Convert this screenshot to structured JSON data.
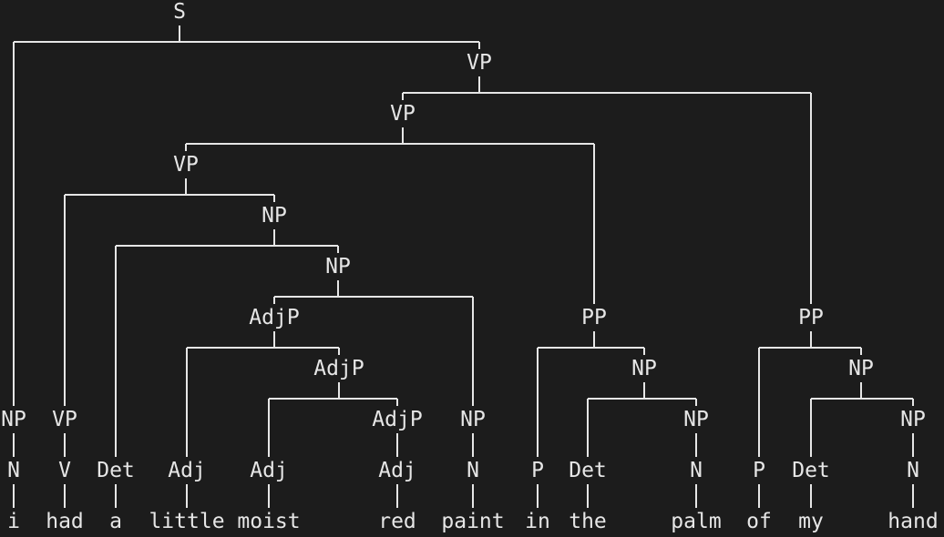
{
  "tree": {
    "label": "S",
    "children": [
      {
        "label": "NP",
        "children": [
          {
            "label": "N",
            "children": [
              {
                "label": "i",
                "word": true
              }
            ]
          }
        ]
      },
      {
        "label": "VP",
        "children": [
          {
            "label": "VP",
            "children": [
              {
                "label": "VP",
                "children": [
                  {
                    "label": "VP",
                    "children": [
                      {
                        "label": "V",
                        "children": [
                          {
                            "label": "had",
                            "word": true
                          }
                        ]
                      }
                    ]
                  },
                  {
                    "label": "NP",
                    "children": [
                      {
                        "label": "Det",
                        "children": [
                          {
                            "label": "a",
                            "word": true
                          }
                        ]
                      },
                      {
                        "label": "NP",
                        "children": [
                          {
                            "label": "AdjP",
                            "children": [
                              {
                                "label": "Adj",
                                "children": [
                                  {
                                    "label": "little",
                                    "word": true
                                  }
                                ]
                              },
                              {
                                "label": "AdjP",
                                "children": [
                                  {
                                    "label": "Adj",
                                    "children": [
                                      {
                                        "label": "moist",
                                        "word": true
                                      }
                                    ]
                                  },
                                  {
                                    "label": "AdjP",
                                    "children": [
                                      {
                                        "label": "Adj",
                                        "children": [
                                          {
                                            "label": "red",
                                            "word": true
                                          }
                                        ]
                                      }
                                    ]
                                  }
                                ]
                              }
                            ]
                          },
                          {
                            "label": "NP",
                            "children": [
                              {
                                "label": "N",
                                "children": [
                                  {
                                    "label": "paint",
                                    "word": true
                                  }
                                ]
                              }
                            ]
                          }
                        ]
                      }
                    ]
                  }
                ]
              },
              {
                "label": "PP",
                "children": [
                  {
                    "label": "P",
                    "children": [
                      {
                        "label": "in",
                        "word": true
                      }
                    ]
                  },
                  {
                    "label": "NP",
                    "children": [
                      {
                        "label": "Det",
                        "children": [
                          {
                            "label": "the",
                            "word": true
                          }
                        ]
                      },
                      {
                        "label": "NP",
                        "children": [
                          {
                            "label": "N",
                            "children": [
                              {
                                "label": "palm",
                                "word": true
                              }
                            ]
                          }
                        ]
                      }
                    ]
                  }
                ]
              }
            ]
          },
          {
            "label": "PP",
            "children": [
              {
                "label": "P",
                "children": [
                  {
                    "label": "of",
                    "word": true
                  }
                ]
              },
              {
                "label": "NP",
                "children": [
                  {
                    "label": "Det",
                    "children": [
                      {
                        "label": "my",
                        "word": true
                      }
                    ]
                  },
                  {
                    "label": "NP",
                    "children": [
                      {
                        "label": "N",
                        "children": [
                          {
                            "label": "hand",
                            "word": true
                          }
                        ]
                      }
                    ]
                  }
                ]
              }
            ]
          }
        ]
      }
    ]
  }
}
